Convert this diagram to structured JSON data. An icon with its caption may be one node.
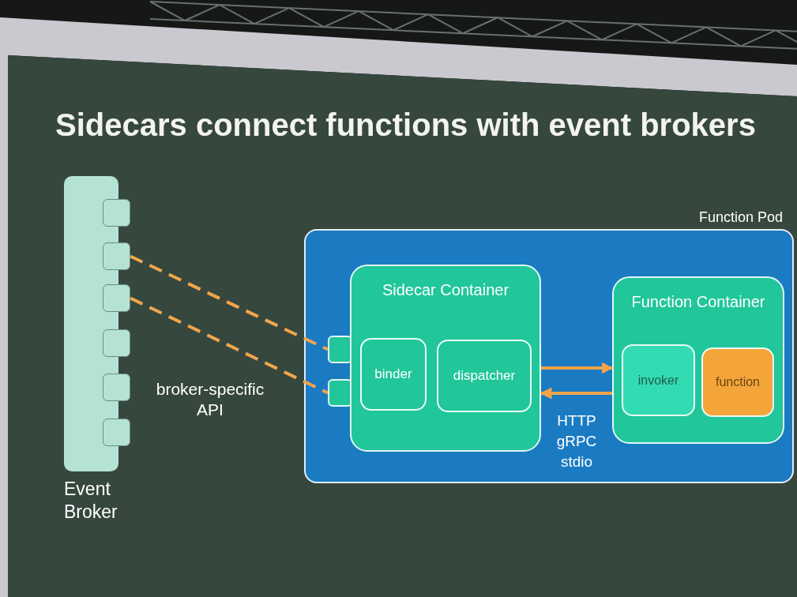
{
  "diagram": {
    "title": "Sidecars connect functions with event brokers",
    "nodes": [
      {
        "text": [
          "Event Broker"
        ]
      },
      {
        "text": [],
        "shape": "box"
      },
      {
        "text": [],
        "shape": "box"
      },
      {
        "text": [],
        "shape": "box"
      },
      {
        "text": [],
        "shape": "box"
      },
      {
        "text": [],
        "shape": "box"
      },
      {
        "text": [],
        "shape": "box"
      },
      {
        "text": [
          "Function Pod"
        ]
      },
      {
        "text": [],
        "shape": "box",
        "in": 7
      },
      {
        "text": [],
        "shape": "box",
        "in": 7
      },
      {
        "text": [
          "Sidecar Container"
        ],
        "in": 7
      },
      {
        "text": [
          "binder"
        ],
        "in": 10
      },
      {
        "text": [
          "dispatcher"
        ],
        "in": 10
      },
      {
        "text": [
          "Function Container"
        ],
        "in": 7
      },
      {
        "text": [
          "invoker"
        ],
        "in": 13
      },
      {
        "text": [
          "function"
        ],
        "in": 13
      }
    ],
    "edges": [
      {
        "from": 2,
        "to": 8,
        "arrow": "none",
        "style": "dashed"
      },
      {
        "from": 3,
        "to": 9,
        "arrow": "none",
        "style": "dashed"
      },
      {
        "from": 10,
        "to": 13,
        "arrow": "to"
      },
      {
        "from": 13,
        "to": 10,
        "arrow": "to"
      }
    ],
    "labels": [
      "broker-specific API",
      "HTTP gRPC stdio"
    ]
  }
}
